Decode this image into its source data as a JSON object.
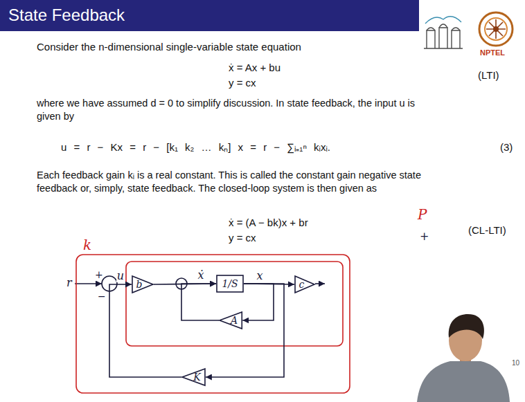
{
  "diagram": {
    "title": "State Feedback",
    "nodes": [
      {
        "text": [
          "b"
        ]
      },
      {
        "text": [
          "1/S"
        ]
      },
      {
        "text": [
          "c"
        ]
      },
      {
        "text": [
          "A"
        ]
      },
      {
        "text": [
          "K"
        ]
      }
    ],
    "edges": [
      {
        "from": 0,
        "to": 1,
        "arrow": "to",
        "label": "ẋ"
      },
      {
        "from": 1,
        "to": 2,
        "arrow": "to",
        "label": "x"
      },
      {
        "from": 1,
        "to": 3,
        "arrow": "to"
      },
      {
        "from": 3,
        "to": 1,
        "arrow": "to"
      },
      {
        "from": 1,
        "to": 4,
        "arrow": "to"
      },
      {
        "from": 4,
        "to": 0,
        "arrow": "to",
        "label": "u"
      }
    ],
    "labels": [
      "Consider the n-dimensional single-variable state equation",
      "ẋ = Ax + bu",
      "y = cx",
      "(LTI)",
      "where we have assumed d = 0 to simplify discussion. In state feedback, the input u is given by",
      "u = r − Kx = r − [k₁ k₂ … kₙ] x = r − ∑ᵢ₌₁ⁿ kᵢxᵢ.",
      "(3)",
      "Each feedback gain kᵢ is a real constant. This is called the constant gain negative state feedback or, simply, state feedback. The closed-loop system is then given as",
      "ẋ = (A − bk)x + br",
      "y = cx",
      "(CL-LTI)",
      "P",
      "+",
      "k",
      "r",
      "+",
      "−",
      "NPTEL",
      "10"
    ]
  }
}
